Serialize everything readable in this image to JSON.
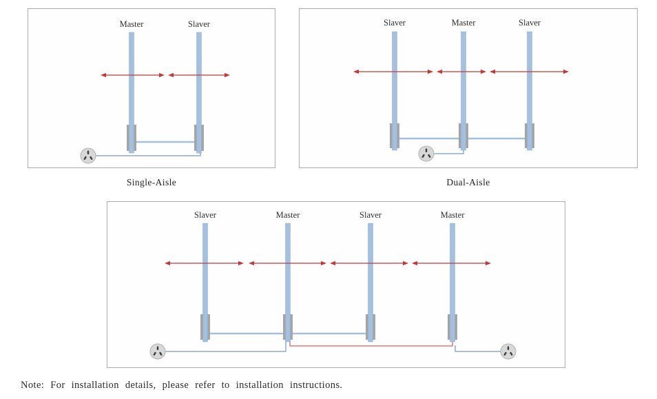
{
  "note": "Note: For installation details, please refer to installation instructions.",
  "panels": [
    {
      "name": "single-aisle",
      "caption": "Single-Aisle",
      "poles": [
        {
          "label": "Master"
        },
        {
          "label": "Slaver"
        }
      ],
      "outlet_count": 1
    },
    {
      "name": "dual-aisle",
      "caption": "Dual-Aisle",
      "poles": [
        {
          "label": "Slaver"
        },
        {
          "label": "Master"
        },
        {
          "label": "Slaver"
        }
      ],
      "outlet_count": 1
    },
    {
      "name": "multi-aisle",
      "caption": "",
      "poles": [
        {
          "label": "Slaver"
        },
        {
          "label": "Master"
        },
        {
          "label": "Slaver"
        },
        {
          "label": "Master"
        }
      ],
      "outlet_count": 2
    }
  ],
  "colors": {
    "pole_fill": "#a4c0de",
    "pole_edge": "#8aadd0",
    "base_fill": "#a5a5a5",
    "wire_blue": "#a4c0de",
    "wire_red": "#e28c8c",
    "arrow_red": "#c83737",
    "panel_border": "#ababab",
    "label_text": "#2e2e2e",
    "outlet_fill": "#d8d8d8",
    "outlet_edge": "#b2b2b2",
    "outlet_slot": "#3a3a3a"
  }
}
